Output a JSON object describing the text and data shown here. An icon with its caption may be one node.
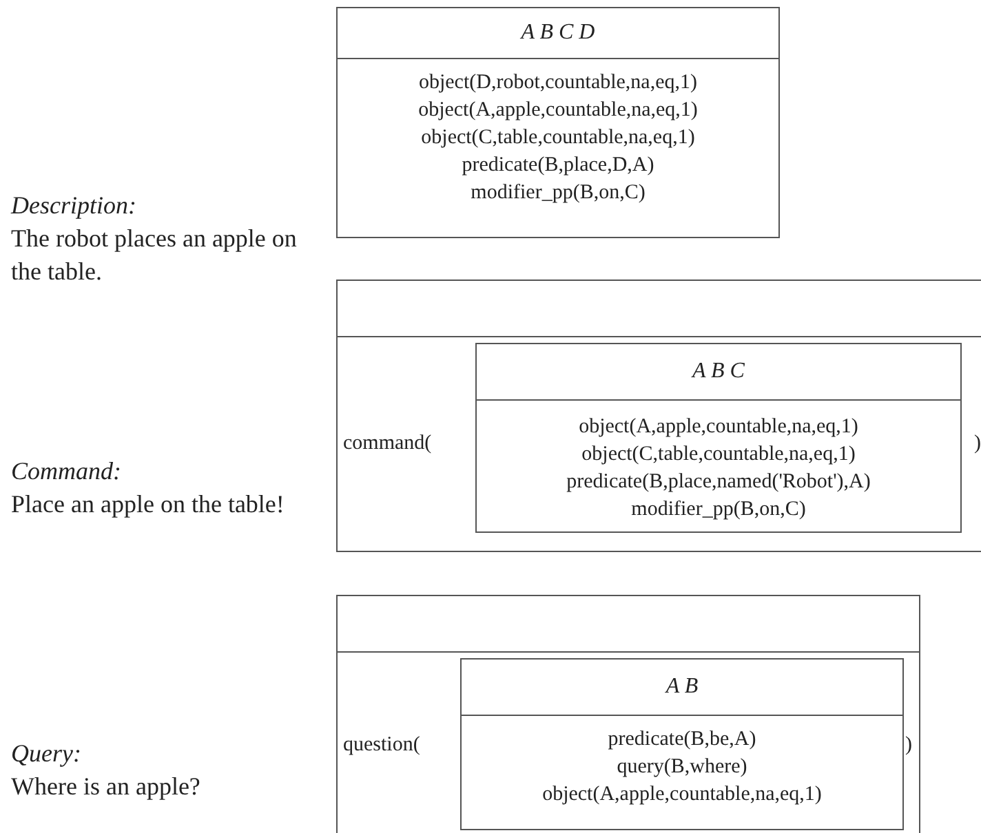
{
  "diagram": {
    "nodes": [
      {
        "text": [
          "A B C D",
          "object(D,robot,countable,na,eq,1)",
          "object(A,apple,countable,na,eq,1)",
          "object(C,table,countable,na,eq,1)",
          "predicate(B,place,D,A)",
          "modifier_pp(B,on,C)"
        ]
      },
      {
        "text": [
          "command(",
          ")"
        ]
      },
      {
        "text": [
          "A B C",
          "object(A,apple,countable,na,eq,1)",
          "object(C,table,countable,na,eq,1)",
          "predicate(B,place,named('Robot'),A)",
          "modifier_pp(B,on,C)"
        ],
        "in": 1
      },
      {
        "text": [
          "question(",
          ")"
        ]
      },
      {
        "text": [
          "A B",
          "predicate(B,be,A)",
          "query(B,where)",
          "object(A,apple,countable,na,eq,1)"
        ],
        "in": 3
      }
    ],
    "labels": [
      "Description:",
      "The robot places an apple on the table.",
      "Command:",
      "Place an apple on the table!",
      "Query:",
      "Where is an apple?"
    ]
  }
}
